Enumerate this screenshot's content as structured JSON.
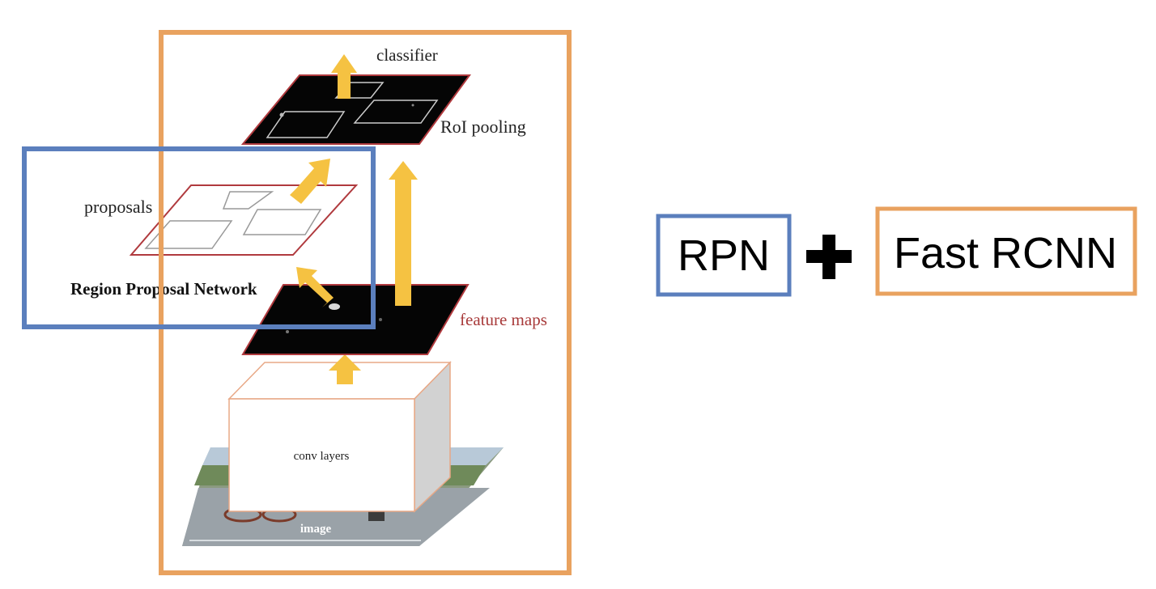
{
  "labels": {
    "classifier": "classifier",
    "roi_pooling": "RoI pooling",
    "proposals": "proposals",
    "region_proposal_network": "Region Proposal Network",
    "feature_maps": "feature maps",
    "conv_layers": "conv layers",
    "image": "image"
  },
  "formula": {
    "rpn": "RPN",
    "fast_rcnn": "Fast RCNN"
  },
  "colors": {
    "rpn_blue": "#5b7fbd",
    "fast_rcnn_orange": "#e9a25f",
    "arrow_yellow": "#f5c242",
    "feature_map_border": "#b03a3e",
    "proposal_border": "#b03a3e",
    "feature_maps_label": "#a83a3a"
  }
}
